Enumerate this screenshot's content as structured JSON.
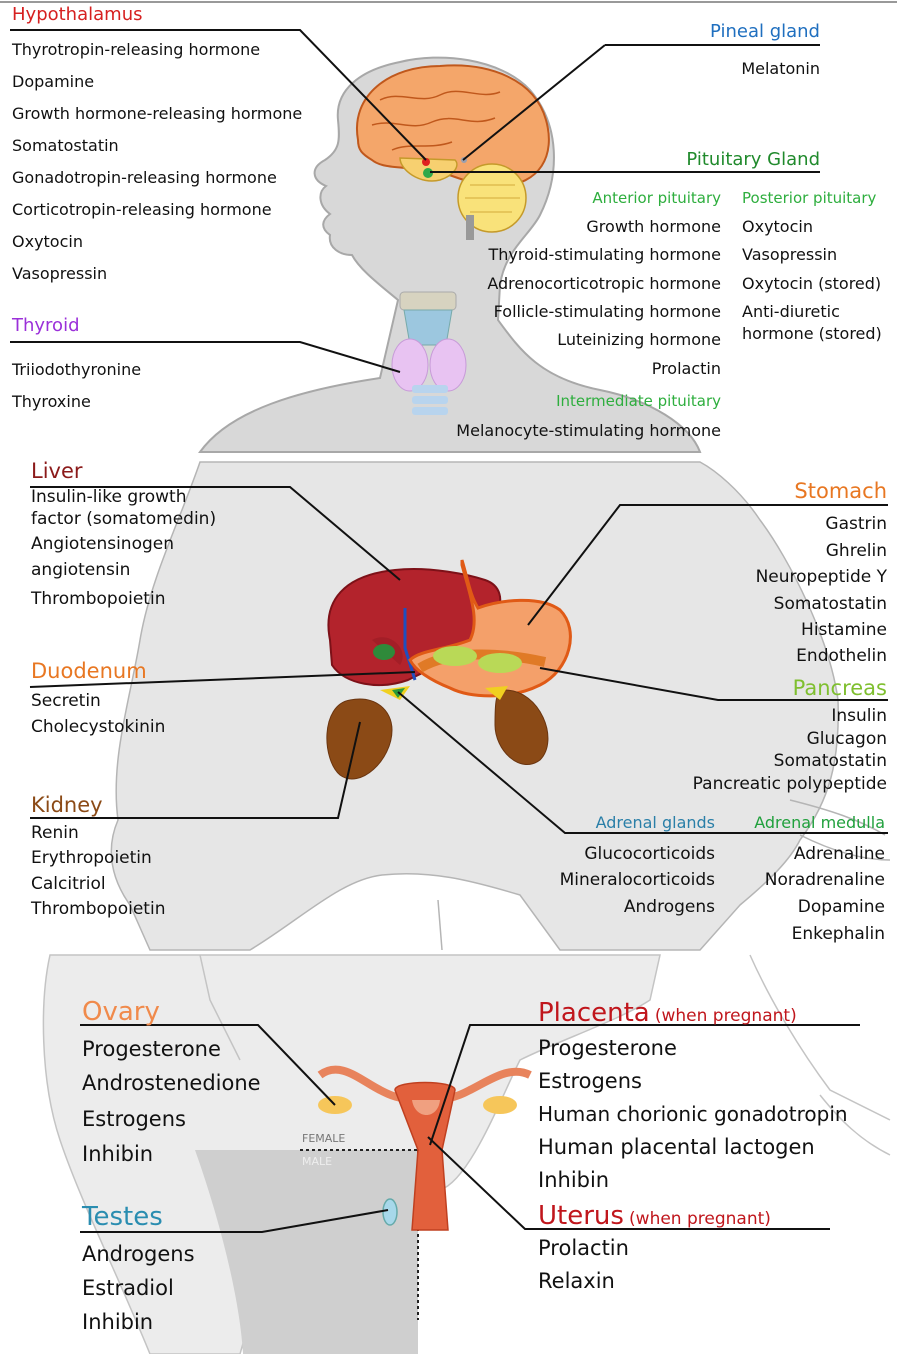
{
  "colors": {
    "hypothalamus": "#d62020",
    "pineal": "#1f6fbf",
    "pituitary": "#208a2c",
    "pituitary_sub": "#2eae3e",
    "thyroid": "#9b30d9",
    "liver": "#8b1a1a",
    "stomach": "#e87722",
    "duodenum": "#e87722",
    "pancreas": "#7fbf2f",
    "kidney": "#8b4a16",
    "adrenal_glands": "#2a7fa8",
    "adrenal_medulla": "#20a03c",
    "ovary": "#f08a4b",
    "testes": "#2a8db0",
    "placenta": "#c0161c",
    "uterus": "#c0161c",
    "body": "#d8d8d8",
    "outline": "#a8a8a8"
  },
  "head_section": {
    "hypothalamus": {
      "title": "Hypothalamus",
      "hormones": [
        "Thyrotropin-releasing hormone",
        "Dopamine",
        "Growth hormone-releasing hormone",
        "Somatostatin",
        "Gonadotropin-releasing hormone",
        "Corticotropin-releasing hormone",
        "Oxytocin",
        "Vasopressin"
      ]
    },
    "pineal": {
      "title": "Pineal gland",
      "hormones": [
        "Melatonin"
      ]
    },
    "pituitary": {
      "title": "Pituitary Gland",
      "anterior": {
        "title": "Anterior pituitary",
        "hormones": [
          "Growth hormone",
          "Thyroid-stimulating hormone",
          "Adrenocorticotropic hormone",
          "Follicle-stimulating hormone",
          "Luteinizing hormone",
          "Prolactin"
        ]
      },
      "intermediate": {
        "title": "Intermediate pituitary",
        "hormones": [
          "Melanocyte-stimulating hormone"
        ]
      },
      "posterior": {
        "title": "Posterior pituitary",
        "hormones": [
          "Oxytocin",
          "Vasopressin",
          "Oxytocin (stored)",
          "Anti-diuretic",
          "hormone (stored)"
        ]
      }
    },
    "thyroid": {
      "title": "Thyroid",
      "hormones": [
        "Triiodothyronine",
        "Thyroxine"
      ]
    }
  },
  "torso_section": {
    "liver": {
      "title": "Liver",
      "hormones": [
        "Insulin-like growth",
        "factor (somatomedin)",
        "Angiotensinogen",
        "angiotensin",
        "Thrombopoietin"
      ]
    },
    "stomach": {
      "title": "Stomach",
      "hormones": [
        "Gastrin",
        "Ghrelin",
        "Neuropeptide Y",
        "Somatostatin",
        "Histamine",
        "Endothelin"
      ]
    },
    "duodenum": {
      "title": "Duodenum",
      "hormones": [
        "Secretin",
        "Cholecystokinin"
      ]
    },
    "pancreas": {
      "title": "Pancreas",
      "hormones": [
        "Insulin",
        "Glucagon",
        "Somatostatin",
        "Pancreatic polypeptide"
      ]
    },
    "kidney": {
      "title": "Kidney",
      "hormones": [
        "Renin",
        "Erythropoietin",
        "Calcitriol",
        "Thrombopoietin"
      ]
    },
    "adrenal_glands": {
      "title": "Adrenal glands",
      "hormones": [
        "Glucocorticoids",
        "Mineralocorticoids",
        "Androgens"
      ]
    },
    "adrenal_medulla": {
      "title": "Adrenal medulla",
      "hormones": [
        "Adrenaline",
        "Noradrenaline",
        "Dopamine",
        "Enkephalin"
      ]
    }
  },
  "pelvis_section": {
    "ovary": {
      "title": "Ovary",
      "hormones": [
        "Progesterone",
        "Androstenedione",
        "Estrogens",
        "Inhibin"
      ]
    },
    "testes": {
      "title": "Testes",
      "hormones": [
        "Androgens",
        "Estradiol",
        "Inhibin"
      ]
    },
    "placenta": {
      "title": "Placenta",
      "note": "(when pregnant)",
      "hormones": [
        "Progesterone",
        "Estrogens",
        "Human chorionic gonadotropin",
        "Human placental lactogen",
        "Inhibin"
      ]
    },
    "uterus": {
      "title": "Uterus",
      "note": "(when pregnant)",
      "hormones": [
        "Prolactin",
        "Relaxin"
      ]
    },
    "divider": {
      "female": "FEMALE",
      "male": "MALE"
    }
  }
}
